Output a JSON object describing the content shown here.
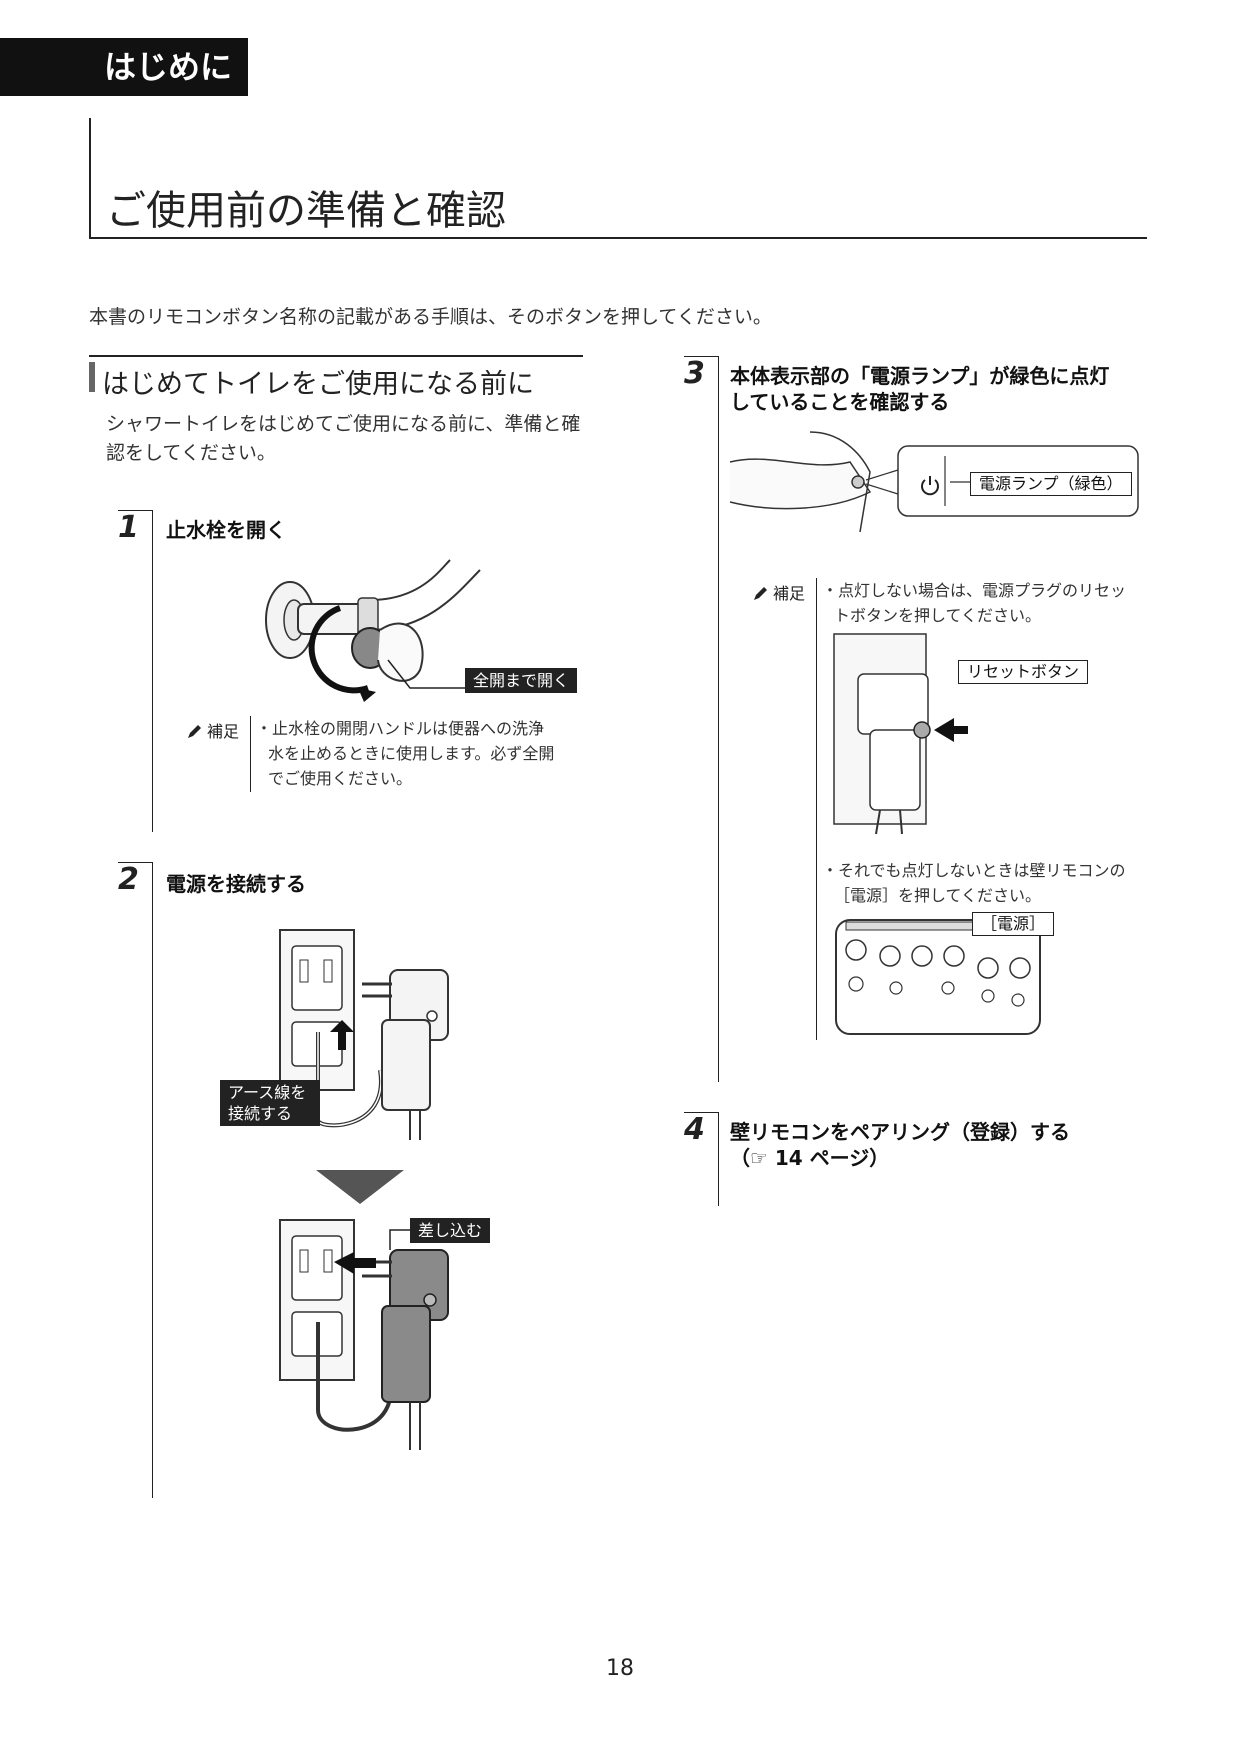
{
  "header": {
    "tab_label": "はじめに",
    "page_title": "ご使用前の準備と確認"
  },
  "intro": "本書のリモコンボタン名称の記載がある手順は、そのボタンを押してください。",
  "section": {
    "title": "はじめてトイレをご使用になる前に",
    "text": "シャワートイレをはじめてご使用になる前に、準備と確認をしてください。"
  },
  "steps": [
    {
      "number": "1",
      "title": "止水栓を開く",
      "callout": "全開まで開く",
      "note_label": "補足",
      "note_lines": [
        "・止水栓の開閉ハンドルは便器への洗浄",
        "水を止めるときに使用します。必ず全開",
        "でご使用ください。"
      ]
    },
    {
      "number": "2",
      "title": "電源を接続する",
      "callout_ground_1": "アース線を",
      "callout_ground_2": "接続する",
      "callout_plug": "差し込む"
    },
    {
      "number": "3",
      "title_1": "本体表示部の「電源ランプ」が緑色に点灯",
      "title_2": "していることを確認する",
      "lamp_label": "電源ランプ（緑色）",
      "note_label": "補足",
      "note_lines": [
        "・点灯しない場合は、電源プラグのリセッ",
        "トボタンを押してください。"
      ],
      "reset_label": "リセットボタン",
      "note2_lines": [
        "・それでも点灯しないときは壁リモコンの",
        "［電源］を押してください。"
      ],
      "power_label": "［電源］"
    },
    {
      "number": "4",
      "title_1": "壁リモコンをペアリング（登録）する",
      "title_2": "（☞ 14 ページ）"
    }
  ],
  "page_number": "18",
  "icons": {
    "note": "pencil-icon",
    "power": "power-icon",
    "arrow": "down-triangle-icon"
  }
}
